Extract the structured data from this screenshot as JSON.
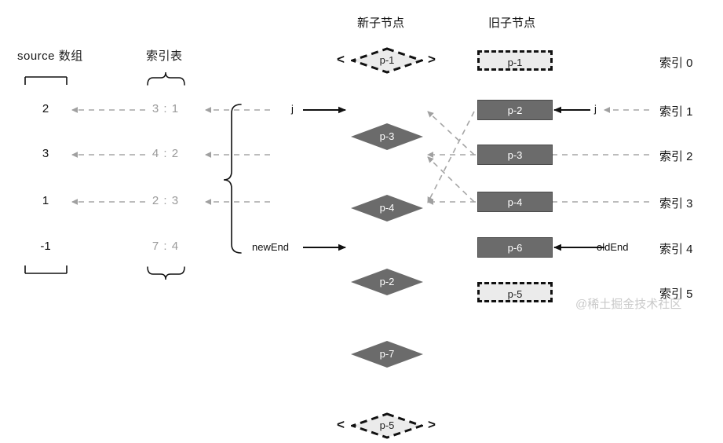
{
  "headers": {
    "source_array": "source 数组",
    "index_table": "索引表",
    "new_children": "新子节点",
    "old_children": "旧子节点"
  },
  "source_values": [
    "2",
    "3",
    "1",
    "-1"
  ],
  "index_map": [
    "3 : 1",
    "4 : 2",
    "2 : 3",
    "7 : 4"
  ],
  "new_children": [
    {
      "label": "p-1",
      "state": "ghost"
    },
    {
      "label": "p-3",
      "state": "solid"
    },
    {
      "label": "p-4",
      "state": "solid"
    },
    {
      "label": "p-2",
      "state": "solid"
    },
    {
      "label": "p-7",
      "state": "solid"
    },
    {
      "label": "p-5",
      "state": "ghost"
    }
  ],
  "old_children": [
    {
      "label": "p-1",
      "state": "ghost"
    },
    {
      "label": "p-2",
      "state": "solid"
    },
    {
      "label": "p-3",
      "state": "solid"
    },
    {
      "label": "p-4",
      "state": "solid"
    },
    {
      "label": "p-6",
      "state": "solid"
    },
    {
      "label": "p-5",
      "state": "ghost"
    }
  ],
  "index_labels": [
    "索引 0",
    "索引 1",
    "索引 2",
    "索引 3",
    "索引 4",
    "索引 5"
  ],
  "pointers": {
    "j_new": "j",
    "j_old": "j",
    "new_end": "newEnd",
    "old_end": "oldEnd"
  },
  "chevrons": {
    "left": "<",
    "right": ">"
  },
  "watermark": "@稀土掘金技术社区",
  "colors": {
    "node_fill": "#6b6b6b",
    "ghost_fill": "#ebebeb",
    "dashed_link": "#a6a6a6",
    "text": "#111111",
    "muted_text": "#9a9a9a",
    "watermark": "#c9c9c9"
  }
}
